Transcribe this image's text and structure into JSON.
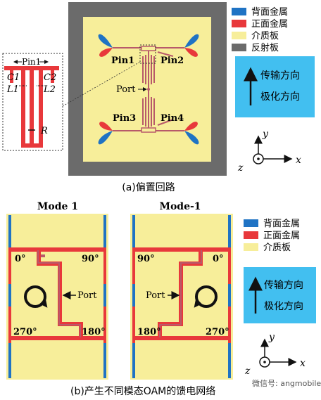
{
  "colors": {
    "back_metal": "#1f73c4",
    "front_metal": "#e8383b",
    "substrate": "#f7ee9a",
    "reflector": "#6b6b6b",
    "info_box": "#42bff0",
    "trace": "#b85a6a"
  },
  "legend_a": [
    "背面金属",
    "正面金属",
    "介质板",
    "反射板"
  ],
  "legend_b": [
    "背面金属",
    "正面金属",
    "介质板"
  ],
  "panel_a": {
    "pins": [
      "Pin1",
      "Pin2",
      "Pin3",
      "Pin4"
    ],
    "port": "Port",
    "inset": {
      "pin": "Pin1",
      "c1": "C1",
      "c2": "C2",
      "l1": "L1",
      "l2": "L2",
      "r": "R"
    },
    "caption": "(a)偏置回路"
  },
  "info_box": {
    "line1": "传输方向",
    "line2": "极化方向"
  },
  "axes": {
    "y": "y",
    "z": "z",
    "x": "x"
  },
  "mode1": {
    "title": "Mode 1",
    "tl": "0°",
    "tr": "90°",
    "bl": "270°",
    "br": "180°",
    "port": "Port"
  },
  "mode_neg1": {
    "title": "Mode-1",
    "tl": "90°",
    "tr": "0°",
    "bl": "180°",
    "br": "270°",
    "port": "Port"
  },
  "caption_b": "(b)产生不同模态OAM的馈电网络",
  "watermark": "微信号: angmobile"
}
